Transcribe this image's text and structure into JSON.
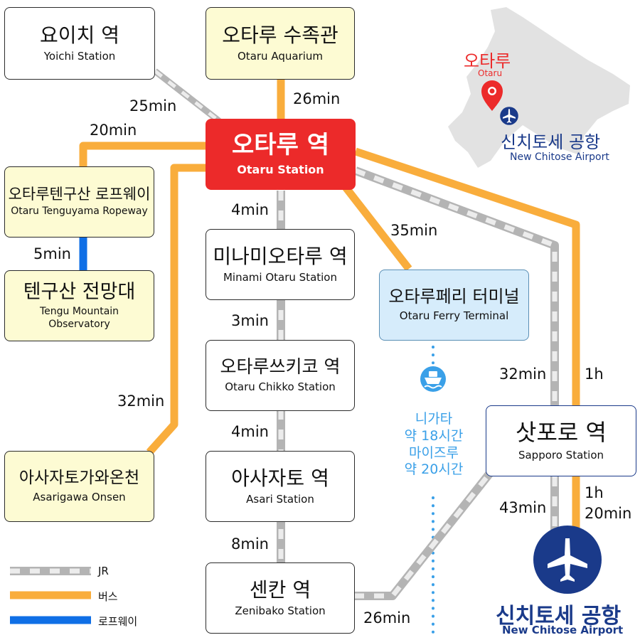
{
  "stations": {
    "yoichi": {
      "ko": "요이치 역",
      "en": "Yoichi Station"
    },
    "aquarium": {
      "ko": "오타루 수족관",
      "en": "Otaru Aquarium"
    },
    "otaru": {
      "ko": "오타루 역",
      "en": "Otaru Station"
    },
    "ropeway": {
      "ko": "오타루텐구산 로프웨이",
      "en": "Otaru Tenguyama Ropeway"
    },
    "observatory": {
      "ko": "텐구산 전망대",
      "en": "Tengu Mountain Observatory"
    },
    "minami": {
      "ko": "미나미오타루 역",
      "en": "Minami Otaru Station"
    },
    "ferry": {
      "ko": "오타루페리 터미널",
      "en": "Otaru Ferry Terminal"
    },
    "chikko": {
      "ko": "오타루쓰키코 역",
      "en": "Otaru Chikko Station"
    },
    "sapporo": {
      "ko": "삿포로 역",
      "en": "Sapporo Station"
    },
    "asarigawa": {
      "ko": "아사자토가와온천",
      "en": "Asarigawa Onsen"
    },
    "asari": {
      "ko": "아사자토 역",
      "en": "Asari Station"
    },
    "zenibako": {
      "ko": "센칸 역",
      "en": "Zenibako Station"
    }
  },
  "times": {
    "yoichi_jr": "25min",
    "yoichi_bus": "20min",
    "aquarium_bus": "26min",
    "minami_jr": "4min",
    "ferry_bus": "35min",
    "ropeway_line": "5min",
    "chikko_jr": "3min",
    "asari_jr": "4min",
    "asarigawa_bus": "32min",
    "zenibako_jr": "8min",
    "sapporo_jr": "32min",
    "sapporo_bus": "1h",
    "airport_jr": "43min",
    "airport_bus_1": "1h",
    "airport_bus_2": "20min",
    "zenibako_sapporo_jr": "26min"
  },
  "ferry_info": {
    "line1": "니가타",
    "line2": "약 18시간",
    "line3": "마이즈루",
    "line4": "약 20시간"
  },
  "inset": {
    "otaru_ko": "오타루",
    "otaru_en": "Otaru",
    "airport_ko": "신치토세 공항",
    "airport_en": "New Chitose Airport"
  },
  "airport": {
    "ko": "신치토세 공항",
    "en": "New Chitose Airport"
  },
  "legend": {
    "jr": "JR",
    "bus": "버스",
    "ropeway": "로프웨이"
  },
  "icons": {
    "ferry": "ferry-icon",
    "airplane": "airplane-icon",
    "location_pin": "location-pin-icon"
  },
  "colors": {
    "bus": "#f9ad3c",
    "jr_dark": "#b4b4b4",
    "jr_light": "#ececec",
    "ropeway": "#0f6fe6",
    "ferry": "#3aa0e8",
    "otaru_station": "#ec2a2a",
    "airport": "#1a3a8a",
    "hokkaido": "#e2e2e2"
  }
}
